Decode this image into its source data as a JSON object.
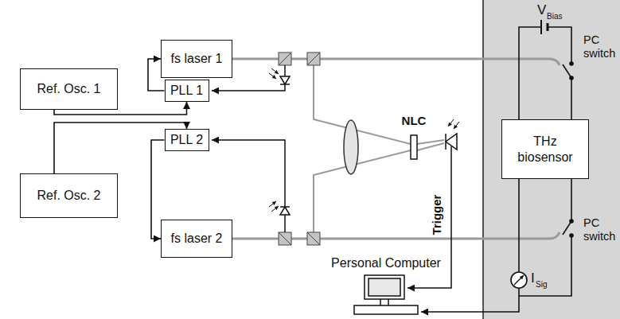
{
  "diagram": {
    "nodes": [
      {
        "text": [
          "fs laser 1"
        ]
      },
      {
        "text": [
          "Ref. Osc. 1"
        ]
      },
      {
        "text": [
          "PLL 1"
        ]
      },
      {
        "text": [
          "PLL 2"
        ]
      },
      {
        "text": [
          "Ref. Osc. 2"
        ]
      },
      {
        "text": [
          "fs laser 2"
        ]
      },
      {
        "text": [
          "THz biosensor"
        ]
      },
      {
        "text": [
          "Personal Computer"
        ]
      }
    ],
    "edges": [
      {
        "from": 2,
        "to": 0,
        "arrow": "to"
      },
      {
        "from": 1,
        "to": 2,
        "arrow": "to"
      },
      {
        "from": 4,
        "to": 3,
        "arrow": "to"
      },
      {
        "from": 3,
        "to": 5,
        "arrow": "to"
      }
    ],
    "labels": [
      "V",
      "Bias",
      "PC switch",
      "PC switch",
      "I",
      "Sig",
      "Trigger",
      "NLC"
    ]
  }
}
